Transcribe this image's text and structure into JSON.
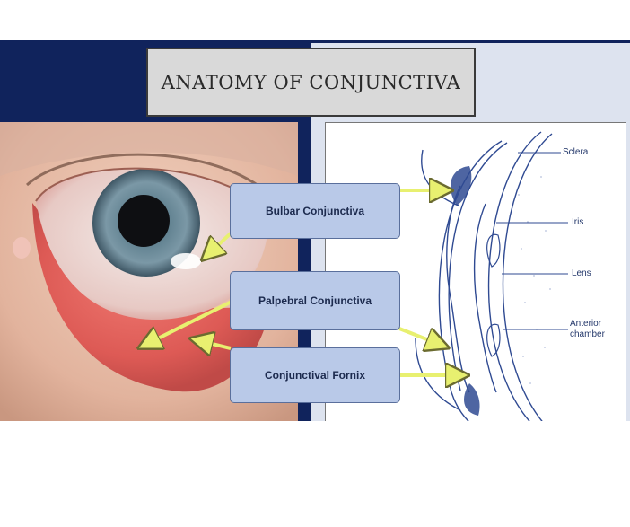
{
  "title": "ANATOMY OF CONJUNCTIVA",
  "callouts": {
    "bulbar": "Bulbar Conjunctiva",
    "palpebral": "Palpebral Conjunctiva",
    "fornix": "Conjunctival Fornix"
  },
  "diagram_labels": {
    "sclera": "Sclera",
    "iris": "Iris",
    "lens": "Lens",
    "anterior_chamber_1": "Anterior",
    "anterior_chamber_2": "chamber"
  },
  "colors": {
    "navy": "#10235c",
    "callout_fill": "#b9c9e8",
    "arrow": "#e8f070",
    "diagram_line": "#2f4a92"
  }
}
